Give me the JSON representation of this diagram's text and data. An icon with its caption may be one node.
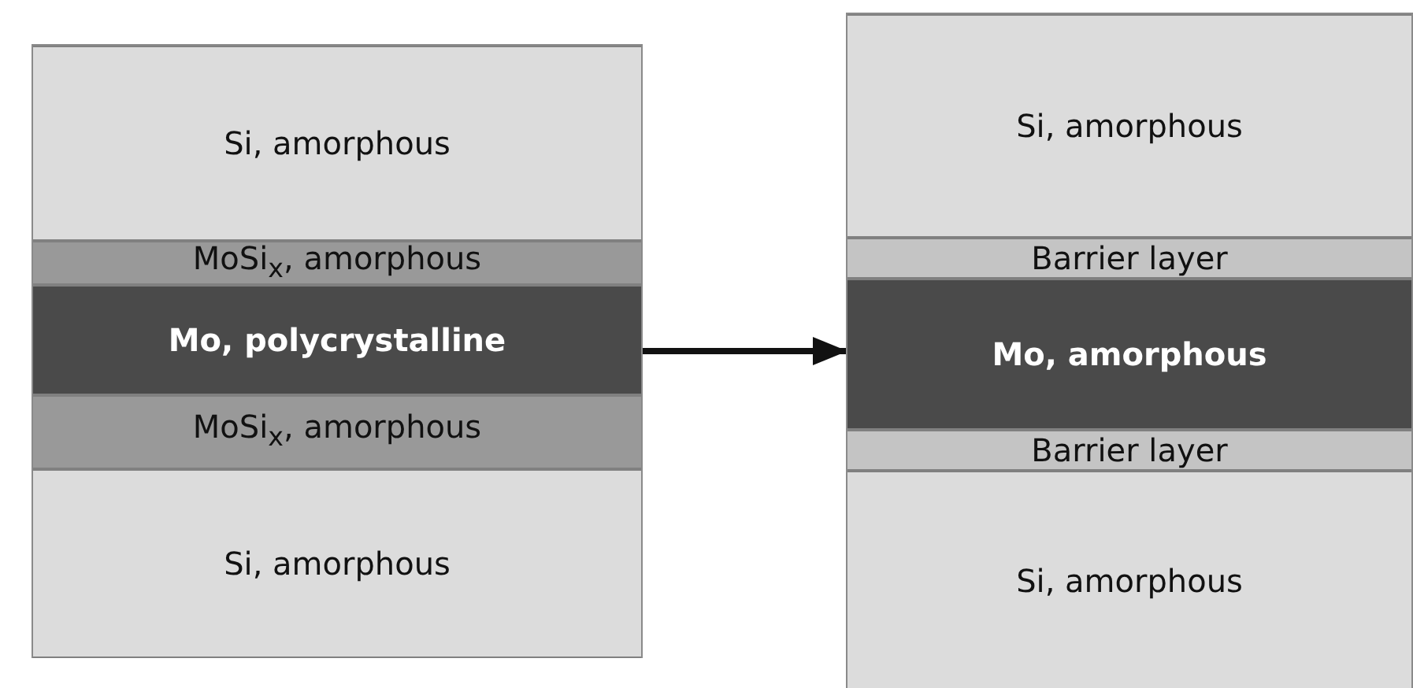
{
  "diagram": {
    "nodes": [
      {
        "text": [],
        "shape": "box"
      },
      {
        "text": [
          "Si, amorphous"
        ],
        "in": 0
      },
      {
        "text": [
          "MoSi$_{x}$, amorphous"
        ],
        "in": 0
      },
      {
        "text": [
          "Mo, polycrystalline"
        ],
        "in": 0
      },
      {
        "text": [
          "MoSi$_{x}$, amorphous"
        ],
        "in": 0
      },
      {
        "text": [
          "Si, amorphous"
        ],
        "in": 0
      },
      {
        "text": [],
        "shape": "box"
      },
      {
        "text": [
          "Si, amorphous"
        ],
        "in": 6
      },
      {
        "text": [
          "Barrier layer"
        ],
        "in": 6
      },
      {
        "text": [
          "Mo, amorphous"
        ],
        "in": 6
      },
      {
        "text": [
          "Barrier layer"
        ],
        "in": 6
      },
      {
        "text": [
          "Si, amorphous"
        ],
        "in": 6
      }
    ],
    "edges": [
      {
        "from": 0,
        "to": 6,
        "arrow": "to"
      }
    ]
  }
}
